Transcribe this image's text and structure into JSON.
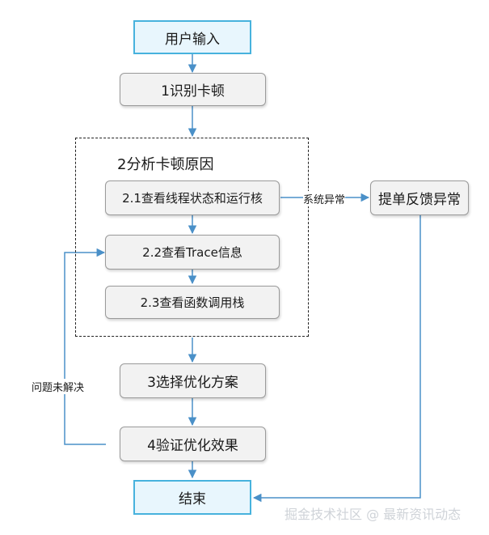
{
  "nodes": {
    "input": "用户输入",
    "identify": "1识别卡顿",
    "group_title": "2分析卡顿原因",
    "step21": "2.1查看线程状态和运行核",
    "step22": "2.2查看Trace信息",
    "step23": "2.3查看函数调用栈",
    "report": "提单反馈异常",
    "select": "3选择优化方案",
    "verify": "4验证优化效果",
    "end": "结束"
  },
  "edge_labels": {
    "system_exception": "系统异常",
    "unresolved": "问题未解决"
  },
  "watermark": "掘金技术社区 @ 最新资讯动态",
  "colors": {
    "start_end_fill": "#e8f6fd",
    "start_end_border": "#47b2dd",
    "step_fill": "#f2f2f2",
    "arrow": "#4a90c8"
  }
}
